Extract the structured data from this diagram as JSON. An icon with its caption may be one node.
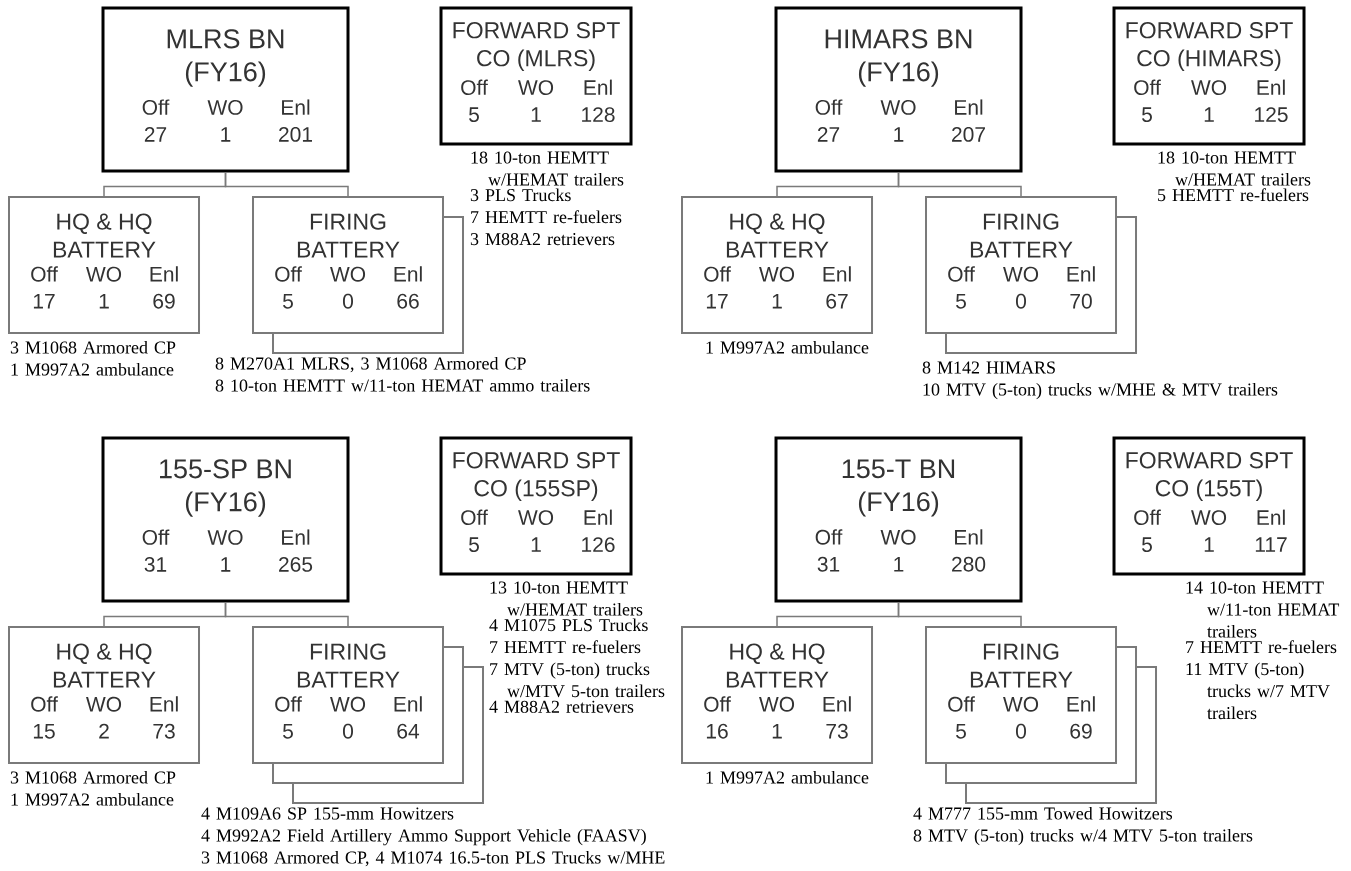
{
  "diagram": {
    "nodes": [
      {
        "text": [
          "MLRS BN (FY16)",
          "Off",
          "WO",
          "Enl",
          "27",
          "1",
          "201"
        ]
      },
      {
        "text": [
          "FORWARD SPT CO (MLRS)",
          "Off",
          "WO",
          "Enl",
          "5",
          "1",
          "128"
        ],
        "beside": [
          "18 10-ton HEMTT w/HEMAT trailers",
          "3 PLS Trucks",
          "7 HEMTT re-fuelers",
          "3 M88A2 retrievers"
        ]
      },
      {
        "text": [
          "HQ & HQ BATTERY",
          "Off",
          "WO",
          "Enl",
          "17",
          "1",
          "69"
        ],
        "beside": [
          "3 M1068 Armored CP",
          "1 M997A2 ambulance"
        ]
      },
      {
        "text": [
          "FIRING BATTERY",
          "Off",
          "WO",
          "Enl",
          "5",
          "0",
          "66"
        ],
        "beside": [
          "8 M270A1 MLRS, 3 M1068 Armored CP",
          "8 10-ton HEMTT w/11-ton HEMAT ammo trailers"
        ]
      },
      {
        "text": [
          "HIMARS BN (FY16)",
          "Off",
          "WO",
          "Enl",
          "27",
          "1",
          "207"
        ]
      },
      {
        "text": [
          "FORWARD SPT CO (HIMARS)",
          "Off",
          "WO",
          "Enl",
          "5",
          "1",
          "125"
        ],
        "beside": [
          "18 10-ton HEMTT w/HEMAT trailers",
          "5 HEMTT re-fuelers"
        ]
      },
      {
        "text": [
          "HQ & HQ BATTERY",
          "Off",
          "WO",
          "Enl",
          "17",
          "1",
          "67"
        ],
        "beside": [
          "1 M997A2 ambulance"
        ]
      },
      {
        "text": [
          "FIRING BATTERY",
          "Off",
          "WO",
          "Enl",
          "5",
          "0",
          "70"
        ],
        "beside": [
          "8 M142 HIMARS",
          "10 MTV (5-ton) trucks w/MHE & MTV trailers"
        ]
      },
      {
        "text": [
          "155-SP BN (FY16)",
          "Off",
          "WO",
          "Enl",
          "31",
          "1",
          "265"
        ]
      },
      {
        "text": [
          "FORWARD SPT CO (155SP)",
          "Off",
          "WO",
          "Enl",
          "5",
          "1",
          "126"
        ],
        "beside": [
          "13 10-ton HEMTT w/HEMAT trailers",
          "4 M1075 PLS Trucks",
          "7 HEMTT re-fuelers",
          "7 MTV (5-ton) trucks w/MTV 5-ton trailers",
          "4 M88A2 retrievers"
        ]
      },
      {
        "text": [
          "HQ & HQ BATTERY",
          "Off",
          "WO",
          "Enl",
          "15",
          "2",
          "73"
        ],
        "beside": [
          "3 M1068 Armored CP",
          "1 M997A2 ambulance"
        ]
      },
      {
        "text": [
          "FIRING BATTERY",
          "Off",
          "WO",
          "Enl",
          "5",
          "0",
          "64"
        ],
        "beside": [
          "4 M109A6 SP 155-mm Howitzers",
          "4 M992A2 Field Artillery Ammo Support Vehicle (FAASV)",
          "3 M1068 Armored CP, 4 M1074 16.5-ton PLS Trucks w/MHE"
        ]
      },
      {
        "text": [
          "155-T BN (FY16)",
          "Off",
          "WO",
          "Enl",
          "31",
          "1",
          "280"
        ]
      },
      {
        "text": [
          "FORWARD SPT CO (155T)",
          "Off",
          "WO",
          "Enl",
          "5",
          "1",
          "117"
        ],
        "beside": [
          "14 10-ton HEMTT w/11-ton HEMAT trailers",
          "7 HEMTT re-fuelers",
          "11 MTV (5-ton) trucks w/7 MTV trailers"
        ]
      },
      {
        "text": [
          "HQ & HQ BATTERY",
          "Off",
          "WO",
          "Enl",
          "16",
          "1",
          "73"
        ],
        "beside": [
          "1 M997A2 ambulance"
        ]
      },
      {
        "text": [
          "FIRING BATTERY",
          "Off",
          "WO",
          "Enl",
          "5",
          "0",
          "69"
        ],
        "beside": [
          "4 M777 155-mm Towed Howitzers",
          "8 MTV (5-ton) trucks w/4 MTV 5-ton trailers"
        ]
      }
    ],
    "edges": [
      {
        "from": 0,
        "to": 2,
        "arrow": "none"
      },
      {
        "from": 0,
        "to": 3,
        "arrow": "none"
      },
      {
        "from": 4,
        "to": 6,
        "arrow": "none"
      },
      {
        "from": 4,
        "to": 7,
        "arrow": "none"
      },
      {
        "from": 8,
        "to": 10,
        "arrow": "none"
      },
      {
        "from": 8,
        "to": 11,
        "arrow": "none"
      },
      {
        "from": 12,
        "to": 14,
        "arrow": "none"
      },
      {
        "from": 12,
        "to": 15,
        "arrow": "none"
      }
    ]
  }
}
